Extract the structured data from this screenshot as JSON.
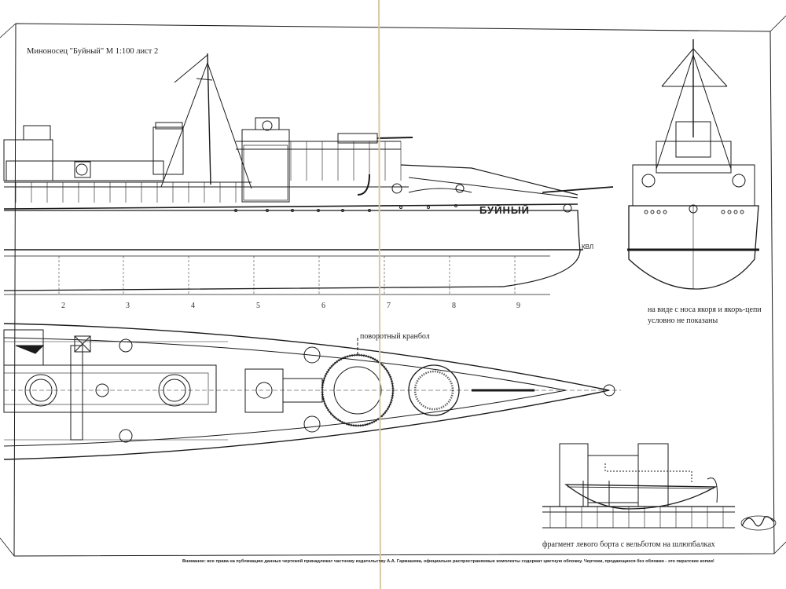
{
  "title": "Миноносец \"Буйный\" М 1:100 лист 2",
  "ship_name": "БУЙНЫЙ",
  "waterline_label": "КВЛ",
  "frame_numbers": [
    "2",
    "3",
    "4",
    "5",
    "6",
    "7",
    "8",
    "9"
  ],
  "bow_view_note": "на виде с носа якоря и якорь-цепи условно не показаны",
  "plan_annotation": "поворотный кранбол",
  "boat_caption": "фрагмент левого борта с вельботом на шлюпбалках",
  "footer_notice": "Внимание: все права на публикацию данных чертежей принадлежат частному издательству А.А. Гармашева, официально распространяемые комплекты содержат цветную обложку. Чертежи, продающиеся без обложки - это пиратские копии!",
  "colors": {
    "paper": "#ffffff",
    "ink": "#1a1a1a",
    "fold": "#d8c9a3"
  }
}
